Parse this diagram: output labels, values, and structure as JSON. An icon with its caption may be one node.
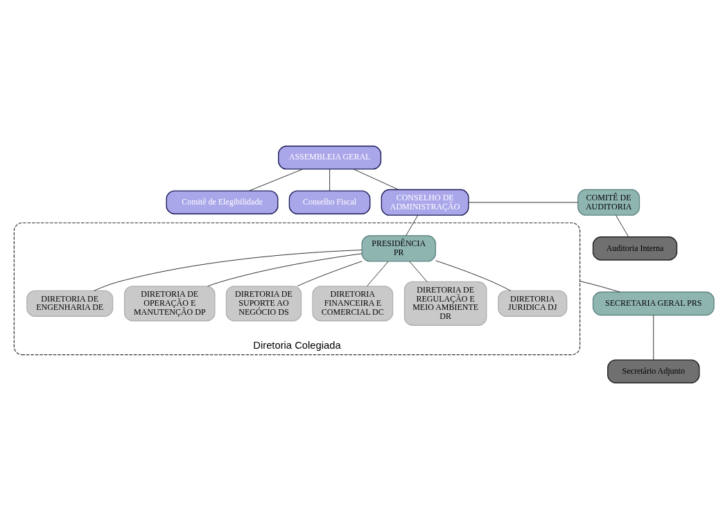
{
  "diagram": {
    "nodes": [
      {
        "text": [
          "ASSEMBLEIA GERAL"
        ]
      },
      {
        "text": [
          "Comitê de Elegibilidade"
        ]
      },
      {
        "text": [
          "Conselho Fiscal"
        ]
      },
      {
        "text": [
          "CONSELHO DE ADMINISTRAÇÃO"
        ]
      },
      {
        "text": [
          "COMITÊ DE AUDITORIA"
        ]
      },
      {
        "text": [
          "Auditoria Interna"
        ]
      },
      {
        "text": [
          "Diretoria Colegiada"
        ]
      },
      {
        "text": [
          "PRESIDÊNCIA PR"
        ],
        "in": 6
      },
      {
        "text": [
          "DIRETORIA DE ENGENHARIA DE"
        ],
        "in": 6
      },
      {
        "text": [
          "DIRETORIA DE OPERAÇÃO E MANUTENÇÃO DP"
        ],
        "in": 6
      },
      {
        "text": [
          "DIRETORIA DE SUPORTE AO NEGÓCIO DS"
        ],
        "in": 6
      },
      {
        "text": [
          "DIRETORIA FINANCEIRA E COMERCIAL DC"
        ],
        "in": 6
      },
      {
        "text": [
          "DIRETORIA DE REGULAÇÃO E MEIO AMBIENTE DR"
        ],
        "in": 6
      },
      {
        "text": [
          "DIRETORIA JURIDICA DJ"
        ],
        "in": 6
      },
      {
        "text": [
          "SECRETARIA GERAL PRS"
        ]
      },
      {
        "text": [
          "Secretário Adjunto"
        ]
      }
    ],
    "edges": [
      {
        "from": 0,
        "to": 1,
        "arrow": "none"
      },
      {
        "from": 0,
        "to": 2,
        "arrow": "none"
      },
      {
        "from": 0,
        "to": 3,
        "arrow": "none"
      },
      {
        "from": 3,
        "to": 4,
        "arrow": "none"
      },
      {
        "from": 4,
        "to": 5,
        "arrow": "none"
      },
      {
        "from": 3,
        "to": 7,
        "arrow": "none"
      },
      {
        "from": 7,
        "to": 8,
        "arrow": "none"
      },
      {
        "from": 7,
        "to": 9,
        "arrow": "none"
      },
      {
        "from": 7,
        "to": 10,
        "arrow": "none"
      },
      {
        "from": 7,
        "to": 11,
        "arrow": "none"
      },
      {
        "from": 7,
        "to": 12,
        "arrow": "none"
      },
      {
        "from": 7,
        "to": 13,
        "arrow": "none"
      },
      {
        "from": 6,
        "to": 14,
        "arrow": "none"
      },
      {
        "from": 14,
        "to": 15,
        "arrow": "none"
      }
    ]
  }
}
